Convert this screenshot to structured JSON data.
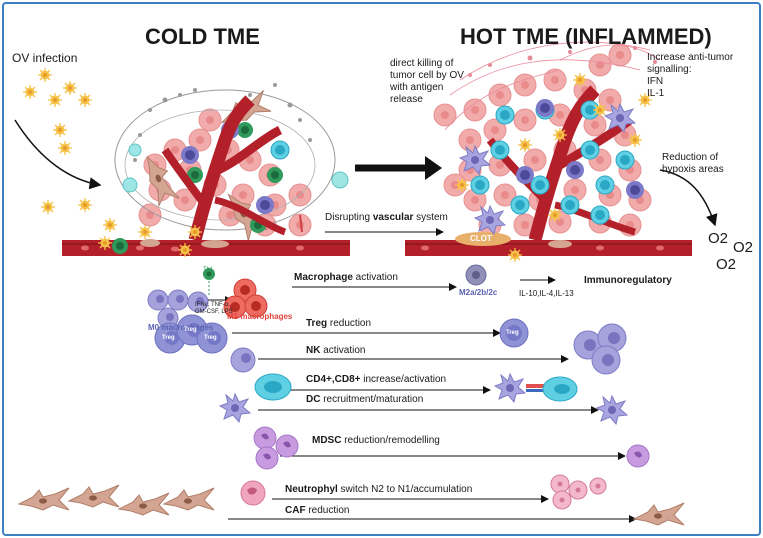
{
  "titles": {
    "cold": "COLD TME",
    "hot": "HOT TME (INFLAMMED)"
  },
  "cold": {
    "ov_infection": "OV infection"
  },
  "hot": {
    "direct_killing": [
      "direct killing of",
      "tumor cell by OV",
      "with antigen",
      "release"
    ],
    "signalling": [
      "Increase anti-tumor",
      "signalling:",
      "IFN",
      "IL-1"
    ],
    "hypoxia": [
      "Reduction of",
      "hypoxis areas"
    ],
    "clot": "CLOT",
    "o2": [
      "O2",
      "O2",
      "O2"
    ]
  },
  "vascular": {
    "prefix": "Disrupting ",
    "bold": "vascular",
    "suffix": " system"
  },
  "macrophage_panel": {
    "th1": "Th1",
    "cytokines": [
      "IFNγ, TNF-α,",
      "GM-CSF, LPS"
    ],
    "m0": "M0 macrophages",
    "m1": "M1 macrophages",
    "m2": "M2a/2b/2c",
    "il": "IL-10,IL-4,IL-13",
    "immunoregulatory": "Immunoregulatory"
  },
  "rows": {
    "macrophage": {
      "bold": "Macrophage",
      "rest": " activation"
    },
    "treg": {
      "bold": "Treg",
      "rest": " reduction"
    },
    "nk": {
      "bold": "NK",
      "rest": " activation"
    },
    "cd": {
      "bold": "CD4+,CD8+",
      "rest": " increase/activation"
    },
    "dc": {
      "bold": "DC",
      "rest": " recruitment/maturation"
    },
    "mdsc": {
      "bold": "MDSC",
      "rest": " reduction/remodelling"
    },
    "neutro": {
      "bold": "Neutrophyl",
      "rest": " switch N2 to N1/accumulation"
    },
    "caf": {
      "bold": "CAF",
      "rest": " reduction"
    }
  },
  "treg_label": "Treg",
  "colors": {
    "frame": "#3b7fc4",
    "vessel": "#b3202a",
    "vessel_dark": "#7a1018",
    "tumor": "#f3a3a3",
    "virus": "#f4b83a",
    "m0": "#9e9bd8",
    "m1": "#e55b52",
    "treg": "#8f93d6",
    "tcell": "#5fd0e4",
    "dc": "#a7a4e0",
    "mdsc": "#c89be0",
    "neutro": "#f1a4be",
    "caf": "#c99a84",
    "green": "#2f9a5c"
  }
}
